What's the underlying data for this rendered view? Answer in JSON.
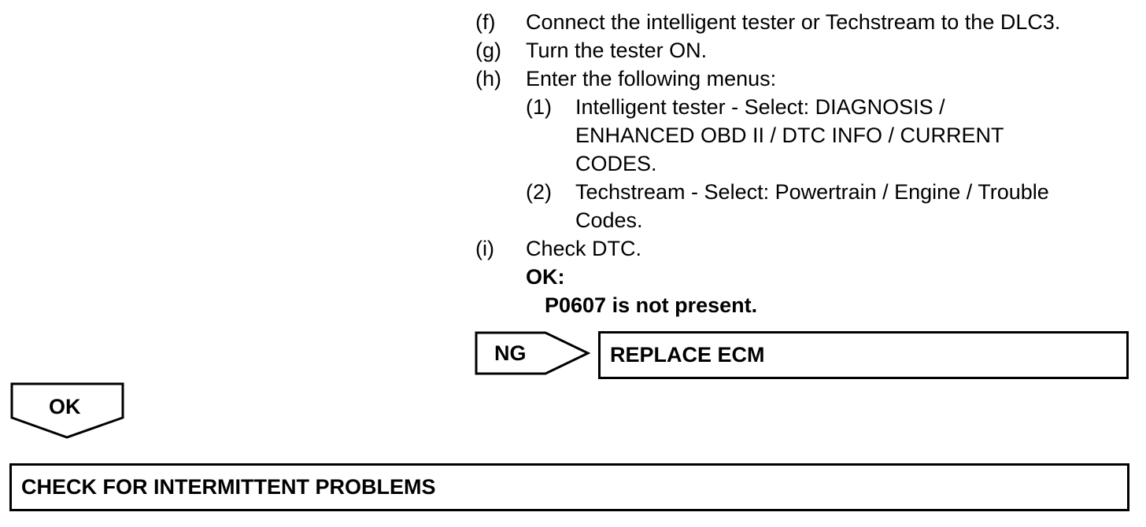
{
  "steps": {
    "f": {
      "marker": "(f)",
      "text": "Connect the intelligent tester or Techstream to the DLC3."
    },
    "g": {
      "marker": "(g)",
      "text": "Turn the tester ON."
    },
    "h": {
      "marker": "(h)",
      "text": "Enter the following menus:"
    },
    "h1": {
      "marker": "(1)",
      "lines": [
        "Intelligent tester - Select: DIAGNOSIS /",
        "ENHANCED OBD II / DTC INFO / CURRENT",
        "CODES."
      ]
    },
    "h2": {
      "marker": "(2)",
      "lines": [
        "Techstream - Select: Powertrain / Engine / Trouble",
        "Codes."
      ]
    },
    "i": {
      "marker": "(i)",
      "text": "Check DTC."
    }
  },
  "result": {
    "label": "OK:",
    "condition": "P0607 is not present."
  },
  "ng_branch": {
    "label": "NG",
    "action": "REPLACE ECM"
  },
  "ok_branch": {
    "label": "OK",
    "action": "CHECK FOR INTERMITTENT PROBLEMS"
  }
}
